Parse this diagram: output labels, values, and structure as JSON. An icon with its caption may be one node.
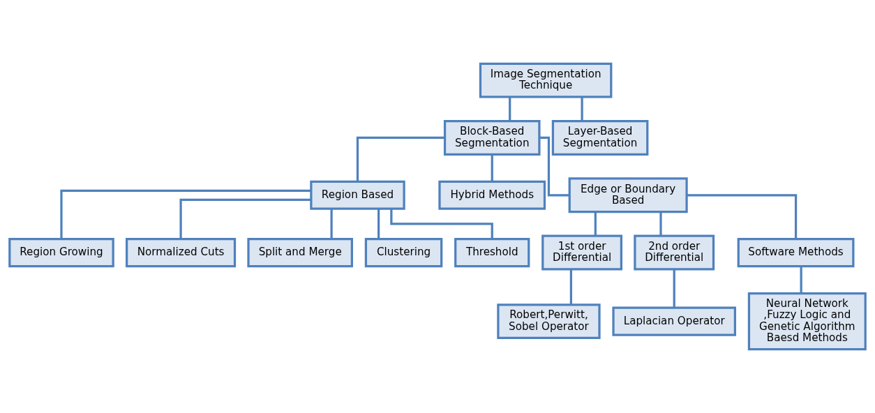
{
  "diagram": {
    "nodes": [
      {
        "text": [
          "Image Segmentation Technique"
        ]
      },
      {
        "text": [
          "Block-Based Segmentation"
        ]
      },
      {
        "text": [
          "Layer-Based Segmentation"
        ]
      },
      {
        "text": [
          "Region Based"
        ]
      },
      {
        "text": [
          "Hybrid Methods"
        ]
      },
      {
        "text": [
          "Edge or Boundary Based"
        ]
      },
      {
        "text": [
          "Region Growing"
        ]
      },
      {
        "text": [
          "Normalized Cuts"
        ]
      },
      {
        "text": [
          "Split and Merge"
        ]
      },
      {
        "text": [
          "Clustering"
        ]
      },
      {
        "text": [
          "Threshold"
        ]
      },
      {
        "text": [
          "1st order Differential"
        ]
      },
      {
        "text": [
          "2nd order Differential"
        ]
      },
      {
        "text": [
          "Software Methods"
        ]
      },
      {
        "text": [
          "Robert,Perwitt, Sobel Operator"
        ]
      },
      {
        "text": [
          "Laplacian Operator"
        ]
      },
      {
        "text": [
          "Neural Network ,Fuzzy Logic and Genetic Algorithm Baesd Methods"
        ]
      }
    ],
    "edges": [
      {
        "from": 0,
        "to": 1,
        "arrow": "none"
      },
      {
        "from": 0,
        "to": 2,
        "arrow": "none"
      },
      {
        "from": 1,
        "to": 3,
        "arrow": "none"
      },
      {
        "from": 1,
        "to": 4,
        "arrow": "none"
      },
      {
        "from": 1,
        "to": 5,
        "arrow": "none"
      },
      {
        "from": 3,
        "to": 6,
        "arrow": "none"
      },
      {
        "from": 3,
        "to": 7,
        "arrow": "none"
      },
      {
        "from": 3,
        "to": 8,
        "arrow": "none"
      },
      {
        "from": 3,
        "to": 9,
        "arrow": "none"
      },
      {
        "from": 3,
        "to": 10,
        "arrow": "none"
      },
      {
        "from": 5,
        "to": 11,
        "arrow": "none"
      },
      {
        "from": 5,
        "to": 12,
        "arrow": "none"
      },
      {
        "from": 5,
        "to": 13,
        "arrow": "none"
      },
      {
        "from": 11,
        "to": 14,
        "arrow": "none"
      },
      {
        "from": 12,
        "to": 15,
        "arrow": "none"
      },
      {
        "from": 13,
        "to": 16,
        "arrow": "none"
      }
    ]
  }
}
